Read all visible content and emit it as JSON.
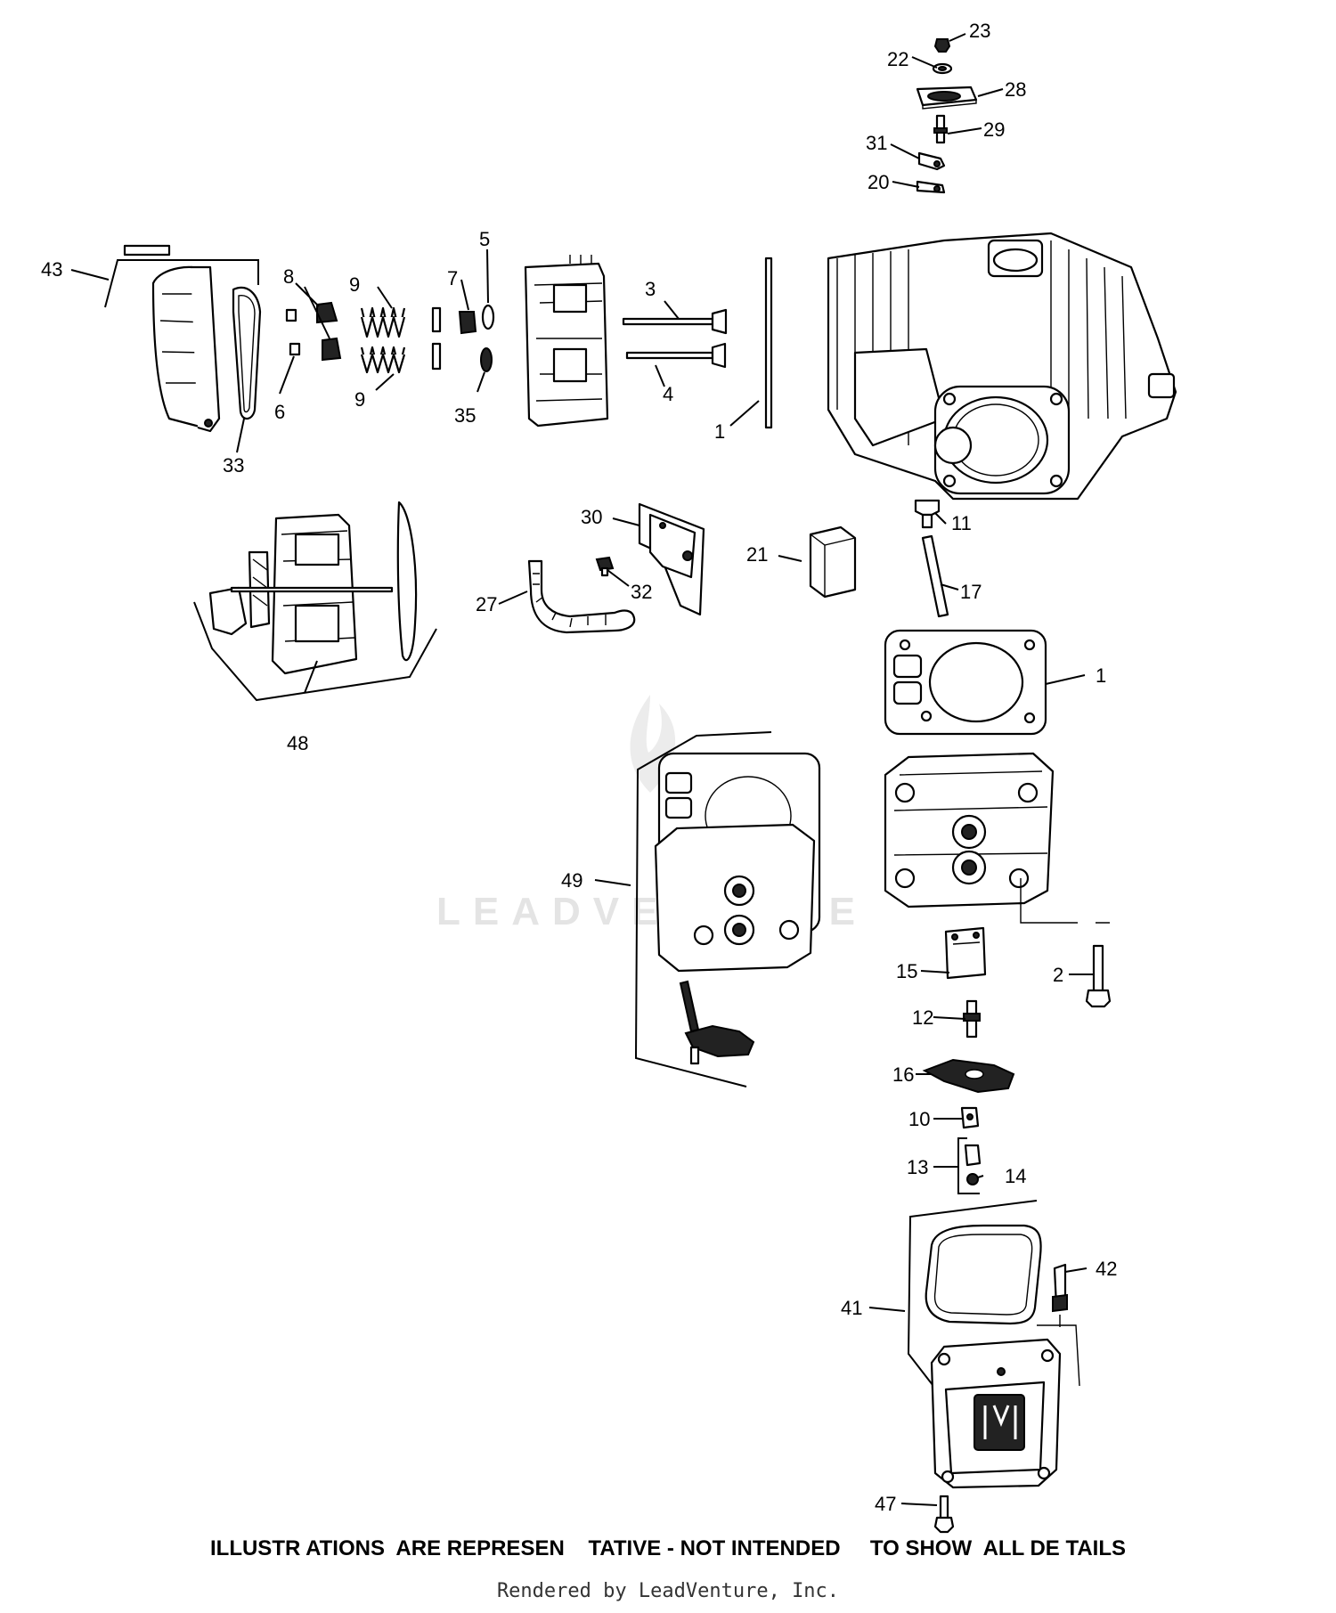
{
  "watermark": "LEADVENTURE",
  "callouts": {
    "c23": "23",
    "c22": "22",
    "c28": "28",
    "c29": "29",
    "c31": "31",
    "c20": "20",
    "c43": "43",
    "c8": "8",
    "c9a": "9",
    "c9b": "9",
    "c7": "7",
    "c5": "5",
    "c3": "3",
    "c4": "4",
    "c6": "6",
    "c35": "35",
    "c1a": "1",
    "c33": "33",
    "c11": "11",
    "c30": "30",
    "c21": "21",
    "c17": "17",
    "c27": "27",
    "c32": "32",
    "c48": "48",
    "c1b": "1",
    "c49": "49",
    "c15": "15",
    "c2": "2",
    "c12": "12",
    "c16": "16",
    "c10": "10",
    "c13": "13",
    "c14": "14",
    "c42": "42",
    "c41": "41",
    "c47": "47"
  },
  "disclaimer": "ILLUSTR ATIONS  ARE REPRESEN    TATIVE - NOT INTENDED     TO SHOW  ALL DE TAILS",
  "rendered_by": "Rendered by LeadVenture, Inc."
}
